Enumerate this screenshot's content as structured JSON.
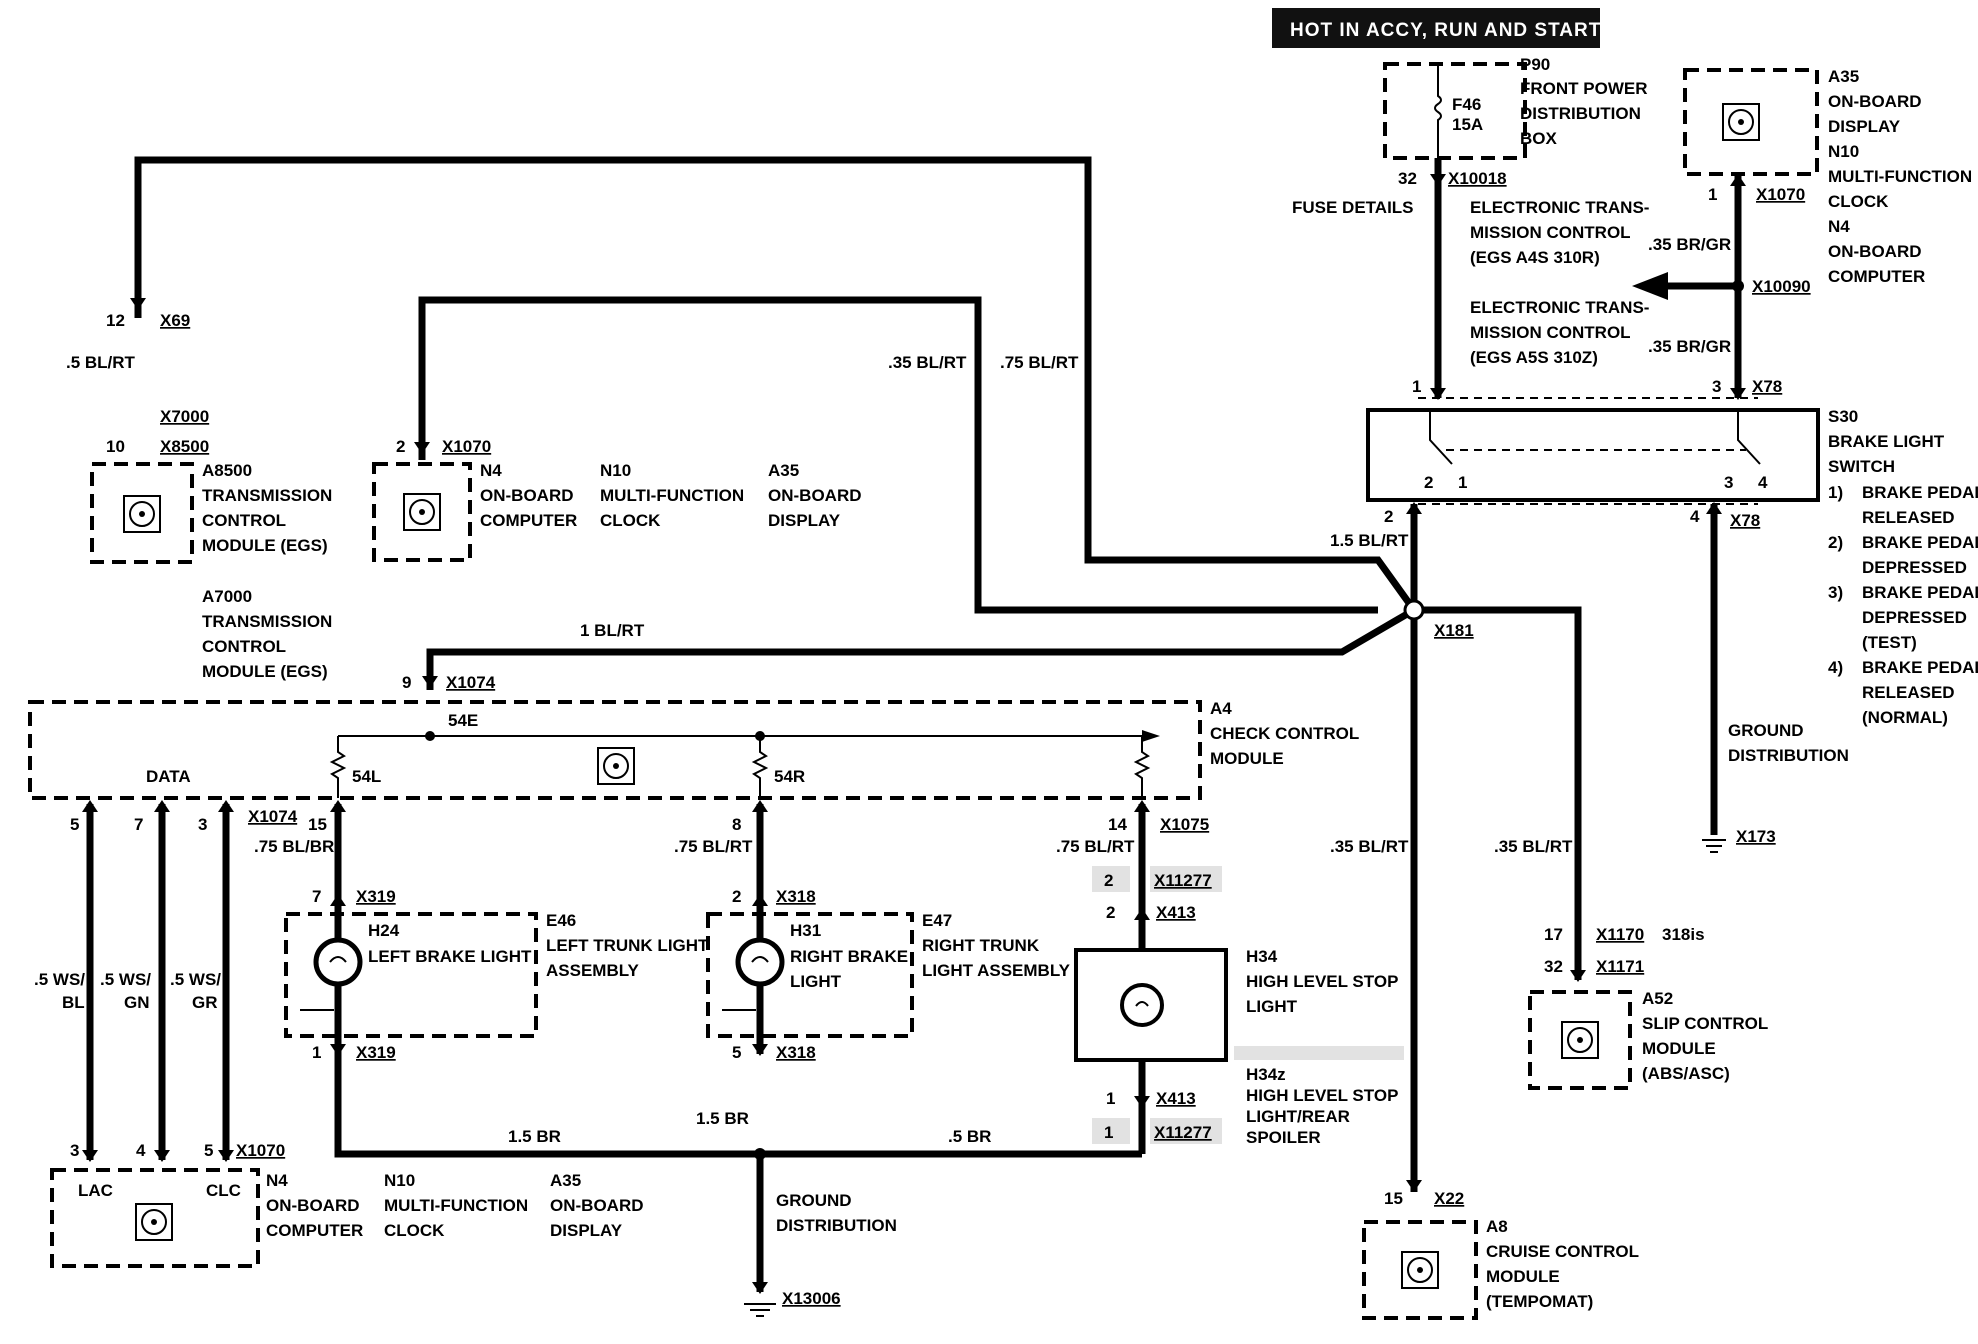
{
  "banner": "HOT IN ACCY, RUN AND START",
  "fuse_box": {
    "code": "P90",
    "lines": [
      "FRONT POWER",
      "DISTRIBUTION",
      "BOX"
    ],
    "fuse": "F46",
    "rating": "15A",
    "pin": "32",
    "connector": "X10018"
  },
  "fuse_details": "FUSE DETAILS",
  "egs_note_1": [
    "ELECTRONIC TRANS-",
    "MISSION CONTROL",
    "(EGS A4S 310R)"
  ],
  "egs_note_2": [
    "ELECTRONIC TRANS-",
    "MISSION CONTROL",
    "(EGS A5S 310Z)"
  ],
  "top_right_module": {
    "lines": [
      "A35",
      "ON-BOARD",
      "DISPLAY",
      "N10",
      "MULTI-FUNCTION",
      "CLOCK",
      "N4",
      "ON-BOARD",
      "COMPUTER"
    ],
    "pin": "1",
    "connector": "X1070"
  },
  "splice_x10090": {
    "connector": "X10090",
    "wire_upper": ".35 BR/GR",
    "wire_lower": ".35 BR/GR"
  },
  "brake_switch": {
    "lines": [
      "S30",
      "BRAKE LIGHT",
      "SWITCH"
    ],
    "pin_left_top": "1",
    "pin_right_top": "3",
    "connector_top": "X78",
    "contact_left": [
      "2",
      "1"
    ],
    "contact_right": [
      "3",
      "4"
    ],
    "pin_left_bottom": "2",
    "wire_left": "1.5 BL/RT",
    "pin_right_bottom": "4",
    "connector_bottom": "X78",
    "legend": [
      [
        "1)",
        "BRAKE PEDAL",
        "RELEASED"
      ],
      [
        "2)",
        "BRAKE PEDAL",
        "DEPRESSED"
      ],
      [
        "3)",
        "BRAKE PEDAL",
        "DEPRESSED",
        "(TEST)"
      ],
      [
        "4)",
        "BRAKE PEDAL",
        "RELEASED",
        "(NORMAL)"
      ]
    ]
  },
  "ground_right": {
    "lines": [
      "GROUND",
      "DISTRIBUTION"
    ],
    "connector": "X173"
  },
  "splice_x181": "X181",
  "wires_top": {
    "w1": ".35 BL/RT",
    "w2": ".75 BL/RT",
    "w3": ".5 BL/RT",
    "w4": "1 BL/RT"
  },
  "tcm": {
    "pin_top": "12",
    "connector_top": "X69",
    "connector_a": "X7000",
    "pin": "10",
    "connector_b": "X8500",
    "lines": [
      "A8500",
      "TRANSMISSION",
      "CONTROL",
      "MODULE (EGS)"
    ],
    "alt_lines": [
      "A7000",
      "TRANSMISSION",
      "CONTROL",
      "MODULE (EGS)"
    ]
  },
  "obc_top": {
    "pin": "2",
    "connector": "X1070",
    "lines_a": [
      "N4",
      "ON-BOARD",
      "COMPUTER"
    ],
    "lines_b": [
      "N10",
      "MULTI-FUNCTION",
      "CLOCK"
    ],
    "lines_c": [
      "A35",
      "ON-BOARD",
      "DISPLAY"
    ]
  },
  "check_control": {
    "pin": "9",
    "connector": "X1074",
    "label_54e": "54E",
    "label_54l": "54L",
    "label_54r": "54R",
    "label_data": "DATA",
    "lines": [
      "A4",
      "CHECK CONTROL",
      "MODULE"
    ],
    "data_pins": [
      "5",
      "7",
      "3"
    ],
    "data_connector": "X1074",
    "out_left_pin": "15",
    "out_mid_pin": "8",
    "out_right_pin": "14",
    "out_right_connector": "X1075"
  },
  "data_wires": [
    [
      ".5 WS/",
      "BL"
    ],
    [
      ".5 WS/",
      "GN"
    ],
    [
      ".5 WS/",
      "GR"
    ]
  ],
  "left_brake": {
    "wire": ".75 BL/BR",
    "pin_top": "7",
    "connector_top": "X319",
    "code": "H24",
    "lines": [
      "LEFT BRAKE LIGHT"
    ],
    "assembly": [
      "E46",
      "LEFT TRUNK LIGHT",
      "ASSEMBLY"
    ],
    "pin_bottom": "1",
    "connector_bottom": "X319"
  },
  "right_brake": {
    "wire": ".75 BL/RT",
    "pin_top": "2",
    "connector_top": "X318",
    "code": "H31",
    "lines": [
      "RIGHT BRAKE",
      "LIGHT"
    ],
    "assembly": [
      "E47",
      "RIGHT TRUNK",
      "LIGHT ASSEMBLY"
    ],
    "pin_bottom": "5",
    "connector_bottom": "X318"
  },
  "high_stop": {
    "wire": ".75 BL/RT",
    "pin_shaded_top": "2",
    "connector_shaded_top": "X11277",
    "pin_top": "2",
    "connector_top": "X413",
    "lines": [
      "H34",
      "HIGH LEVEL STOP",
      "LIGHT"
    ],
    "alt_lines": [
      "H34z",
      "HIGH LEVEL STOP",
      "LIGHT/REAR",
      "SPOILER"
    ],
    "pin_bottom": "1",
    "connector_bottom": "X413",
    "pin_shaded_bottom": "1",
    "connector_shaded_bottom": "X11277"
  },
  "ground_bus": {
    "w_left": "1.5 BR",
    "w_mid": "1.5 BR",
    "w_right": ".5 BR",
    "lines": [
      "GROUND",
      "DISTRIBUTION"
    ],
    "connector": "X13006"
  },
  "obc_bottom": {
    "pins": [
      "3",
      "4",
      "5"
    ],
    "connector": "X1070",
    "lac": "LAC",
    "clc": "CLC",
    "lines_a": [
      "N4",
      "ON-BOARD",
      "COMPUTER"
    ],
    "lines_b": [
      "N10",
      "MULTI-FUNCTION",
      "CLOCK"
    ],
    "lines_c": [
      "A35",
      "ON-BOARD",
      "DISPLAY"
    ]
  },
  "slip_control": {
    "wire": ".35 BL/RT",
    "pin_a": "17",
    "connector_a": "X1170",
    "variant": "318is",
    "pin_b": "32",
    "connector_b": "X1171",
    "lines": [
      "A52",
      "SLIP CONTROL",
      "MODULE",
      "(ABS/ASC)"
    ]
  },
  "cruise": {
    "wire": ".35 BL/RT",
    "pin": "15",
    "connector": "X22",
    "lines": [
      "A8",
      "CRUISE CONTROL",
      "MODULE",
      "(TEMPOMAT)"
    ]
  }
}
